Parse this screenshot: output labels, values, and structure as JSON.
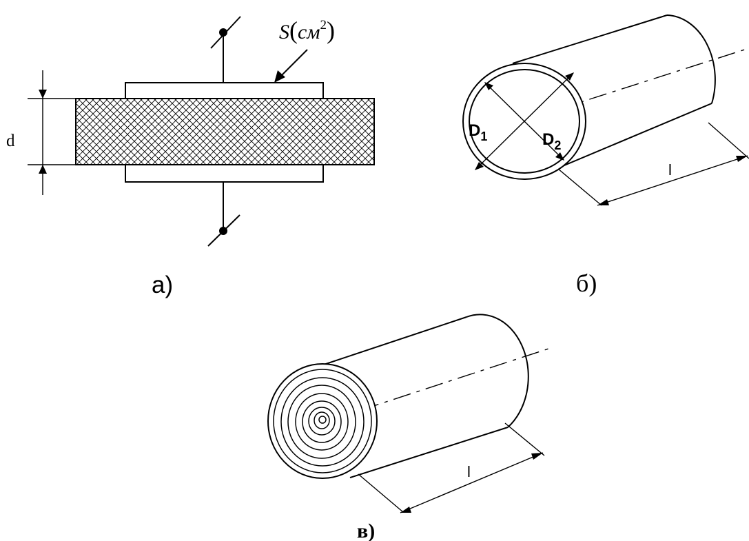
{
  "figure_a": {
    "caption": "а)",
    "thickness_label": "d",
    "area_label": {
      "symbol": "S",
      "open": "(",
      "unit": "см",
      "power": "2",
      "close": ")"
    }
  },
  "figure_b": {
    "caption": "б)",
    "diameter_inner": {
      "letter": "D",
      "sub": "1"
    },
    "diameter_outer": {
      "letter": "D",
      "sub": "2"
    },
    "length_label": "l"
  },
  "figure_c": {
    "caption": "в)",
    "length_label": "l"
  }
}
